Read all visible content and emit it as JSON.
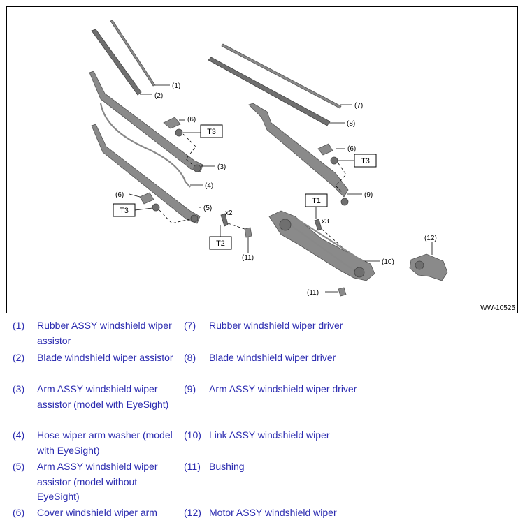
{
  "figure": {
    "id": "WW-10525",
    "callouts": {
      "c1": "(1)",
      "c2": "(2)",
      "c3": "(3)",
      "c4": "(4)",
      "c5": "(5)",
      "c6a": "(6)",
      "c6b": "(6)",
      "c6c": "(6)",
      "c7": "(7)",
      "c8": "(8)",
      "c9": "(9)",
      "c10": "(10)",
      "c11a": "(11)",
      "c11b": "(11)",
      "c12": "(12)"
    },
    "torque_boxes": {
      "t3a": "T3",
      "t3b": "T3",
      "t3c": "T3",
      "t2": "T2",
      "t1": "T1"
    },
    "quantities": {
      "x2": "x2",
      "x3": "x3"
    }
  },
  "legend": {
    "left": [
      {
        "num": "(1)",
        "text": "Rubber ASSY windshield wiper assistor"
      },
      {
        "num": "(2)",
        "text": "Blade windshield wiper assistor"
      },
      {
        "num": "(3)",
        "text": "Arm ASSY windshield wiper assistor (model with EyeSight)"
      },
      {
        "num": "(4)",
        "text": "Hose wiper arm washer (model with EyeSight)"
      },
      {
        "num": "(5)",
        "text": "Arm ASSY windshield wiper assistor (model without EyeSight)"
      },
      {
        "num": "(6)",
        "text": "Cover windshield wiper arm"
      }
    ],
    "right": [
      {
        "num": "(7)",
        "text": "Rubber windshield wiper driver"
      },
      {
        "num": "(8)",
        "text": "Blade windshield wiper driver"
      },
      {
        "num": "(9)",
        "text": "Arm ASSY windshield wiper driver"
      },
      {
        "num": "(10)",
        "text": "Link ASSY windshield wiper"
      },
      {
        "num": "(11)",
        "text": "Bushing"
      },
      {
        "num": "(12)",
        "text": "Motor ASSY windshield wiper"
      }
    ]
  },
  "colors": {
    "legend_text": "#2b2bb0",
    "part_fill": "#8a8a8a"
  }
}
